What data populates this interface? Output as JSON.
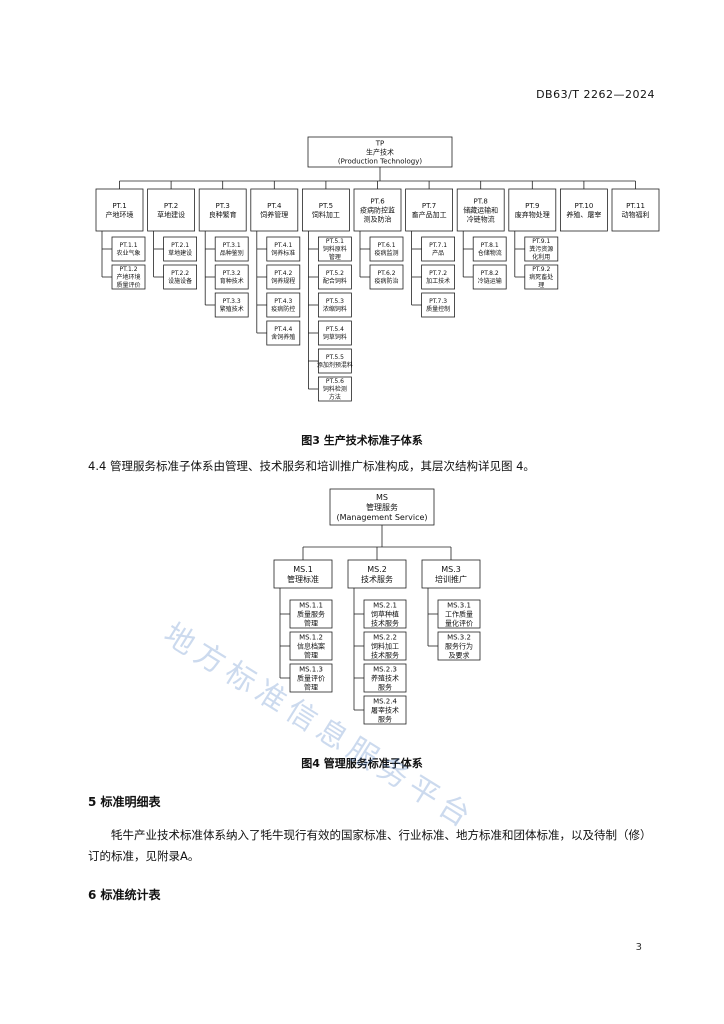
{
  "header": {
    "doc_code": "DB63/T 2262—2024"
  },
  "fig3": {
    "root": [
      "TP",
      "生产技术",
      "(Production Technology)"
    ],
    "columns": [
      {
        "title": [
          "PT.1",
          "产地环境"
        ],
        "children": [
          [
            "PT.1.1",
            "农业气象"
          ],
          [
            "PT.1.2",
            "产地环境",
            "质量评价"
          ]
        ]
      },
      {
        "title": [
          "PT.2",
          "草地建设"
        ],
        "children": [
          [
            "PT.2.1",
            "草地建设"
          ],
          [
            "PT.2.2",
            "设施设备"
          ]
        ]
      },
      {
        "title": [
          "PT.3",
          "良种繁育"
        ],
        "children": [
          [
            "PT.3.1",
            "品种鉴别"
          ],
          [
            "PT.3.2",
            "育种技术"
          ],
          [
            "PT.3.3",
            "繁殖技术"
          ]
        ]
      },
      {
        "title": [
          "PT.4",
          "饲养管理"
        ],
        "children": [
          [
            "PT.4.1",
            "饲养标准"
          ],
          [
            "PT.4.2",
            "饲养规程"
          ],
          [
            "PT.4.3",
            "疫病防控"
          ],
          [
            "PT.4.4",
            "舍饲养殖"
          ]
        ]
      },
      {
        "title": [
          "PT.5",
          "饲料加工"
        ],
        "children": [
          [
            "PT.5.1",
            "饲料原料",
            "管理"
          ],
          [
            "PT.5.2",
            "配合饲料"
          ],
          [
            "PT.5.3",
            "浓缩饲料"
          ],
          [
            "PT.5.4",
            "饲草饲料"
          ],
          [
            "PT.5.5",
            "添加剂预混料"
          ],
          [
            "PT.5.6",
            "饲料检测",
            "方法"
          ]
        ]
      },
      {
        "title": [
          "PT.6",
          "疫病防控监",
          "测及防治"
        ],
        "children": [
          [
            "PT.6.1",
            "疫病监测"
          ],
          [
            "PT.6.2",
            "疫病防治"
          ]
        ]
      },
      {
        "title": [
          "PT.7",
          "畜产品加工"
        ],
        "children": [
          [
            "PT.7.1",
            "产品"
          ],
          [
            "PT.7.2",
            "加工技术"
          ],
          [
            "PT.7.3",
            "质量控制"
          ]
        ]
      },
      {
        "title": [
          "PT.8",
          "储藏运输和",
          "冷链物流"
        ],
        "children": [
          [
            "PT.8.1",
            "仓储物流"
          ],
          [
            "PT.8.2",
            "冷链运输"
          ]
        ]
      },
      {
        "title": [
          "PT.9",
          "废弃物处理"
        ],
        "children": [
          [
            "PT.9.1",
            "粪污资源",
            "化利用"
          ],
          [
            "PT.9.2",
            "病死畜处",
            "理"
          ]
        ]
      },
      {
        "title": [
          "PT.10",
          "养殖、屠宰"
        ],
        "children": []
      },
      {
        "title": [
          "PT.11",
          "动物福利"
        ],
        "children": []
      }
    ],
    "caption": "图3  生产技术标准子体系"
  },
  "para_44": "4.4   管理服务标准子体系由管理、技术服务和培训推广标准构成，其层次结构详见图 4。",
  "fig4": {
    "root": [
      "MS",
      "管理服务",
      "(Management Service)"
    ],
    "columns": [
      {
        "title": [
          "MS.1",
          "管理标准"
        ],
        "children": [
          [
            "MS.1.1",
            "质量服务",
            "管理"
          ],
          [
            "MS.1.2",
            "信息档案",
            "管理"
          ],
          [
            "MS.1.3",
            "质量评价",
            "管理"
          ]
        ]
      },
      {
        "title": [
          "MS.2",
          "技术服务"
        ],
        "children": [
          [
            "MS.2.1",
            "饲草种植",
            "技术服务"
          ],
          [
            "MS.2.2",
            "饲料加工",
            "技术服务"
          ],
          [
            "MS.2.3",
            "养殖技术",
            "服务"
          ],
          [
            "MS.2.4",
            "屠宰技术",
            "服务"
          ]
        ]
      },
      {
        "title": [
          "MS.3",
          "培训推广"
        ],
        "children": [
          [
            "MS.3.1",
            "工作质量",
            "量化评价"
          ],
          [
            "MS.3.2",
            "服务行为",
            "及要求"
          ]
        ]
      }
    ],
    "caption": "图4  管理服务标准子体系"
  },
  "sec5": {
    "heading": "5   标准明细表",
    "body": "牦牛产业技术标准体系纳入了牦牛现行有效的国家标准、行业标准、地方标准和团体标准，以及待制（修）订的标准，见附录A。"
  },
  "sec6": {
    "heading": "6   标准统计表"
  },
  "watermark": "地方标准信息服务平台",
  "page_number": "3"
}
